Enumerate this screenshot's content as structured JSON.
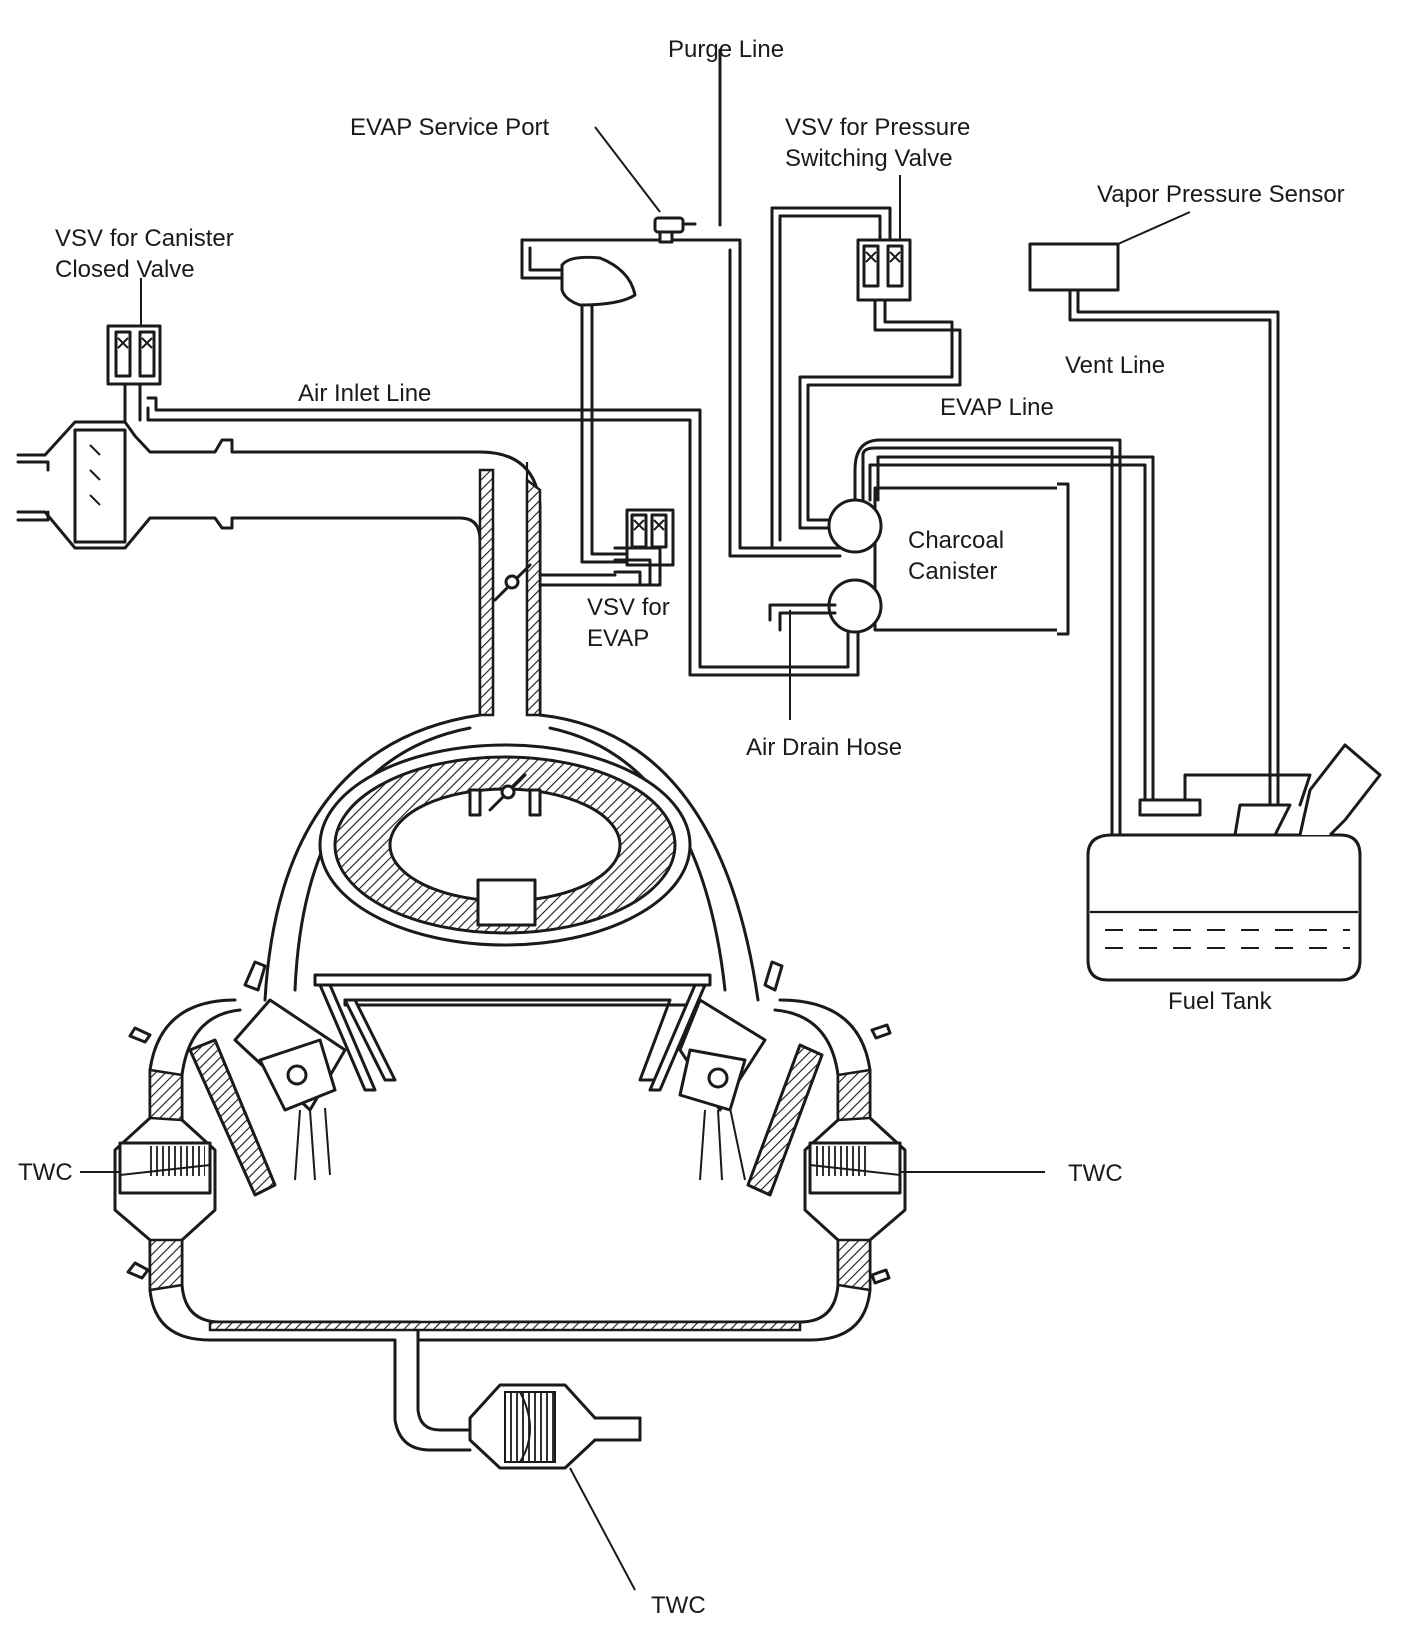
{
  "labels": {
    "purge_line": "Purge Line",
    "evap_service_port": "EVAP Service Port",
    "vsv_pressure_line1": "VSV for Pressure",
    "vsv_pressure_line2": "Switching Valve",
    "vapor_pressure_sensor": "Vapor Pressure Sensor",
    "vsv_canister_line1": "VSV for Canister",
    "vsv_canister_line2": "Closed Valve",
    "air_inlet_line": "Air Inlet Line",
    "vent_line": "Vent Line",
    "evap_line": "EVAP Line",
    "charcoal_canister_line1": "Charcoal",
    "charcoal_canister_line2": "Canister",
    "vsv_evap_line1": "VSV for",
    "vsv_evap_line2": "EVAP",
    "air_drain_hose": "Air Drain Hose",
    "fuel_tank": "Fuel Tank",
    "twc_left": "TWC",
    "twc_right": "TWC",
    "twc_bottom": "TWC"
  }
}
